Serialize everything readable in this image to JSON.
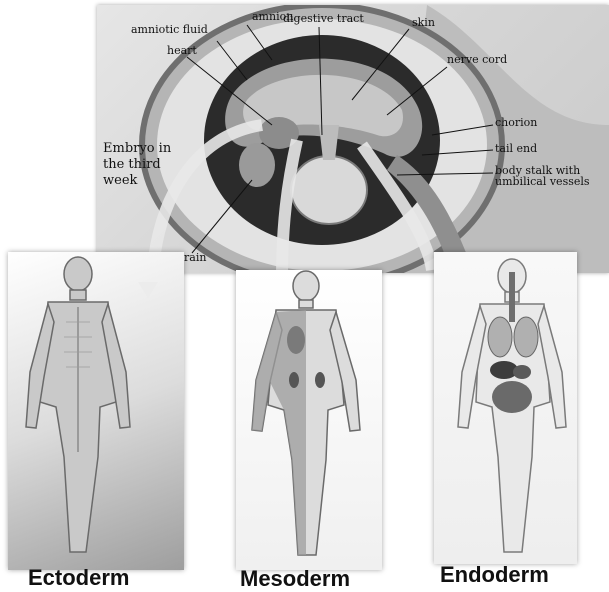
{
  "diagram": {
    "embryo_caption": "Embryo in the third week",
    "labels": {
      "amnion": "amnion",
      "amniotic_fluid": "amniotic fluid",
      "heart": "heart",
      "digestive_tract": "digestive tract",
      "skin": "skin",
      "nerve_cord": "nerve cord",
      "chorion": "chorion",
      "tail_end": "tail end",
      "body_stalk": "body stalk with umbilical vessels",
      "brain": "brain"
    },
    "germ_layers": [
      {
        "name": "Ectoderm"
      },
      {
        "name": "Mesoderm"
      },
      {
        "name": "Endoderm"
      }
    ],
    "colors": {
      "embryo_dark": "#2b2b2b",
      "embryo_mid": "#8a8a8a",
      "tissue_light": "#cfcfcf",
      "arrow": "#e8e8e8"
    }
  }
}
